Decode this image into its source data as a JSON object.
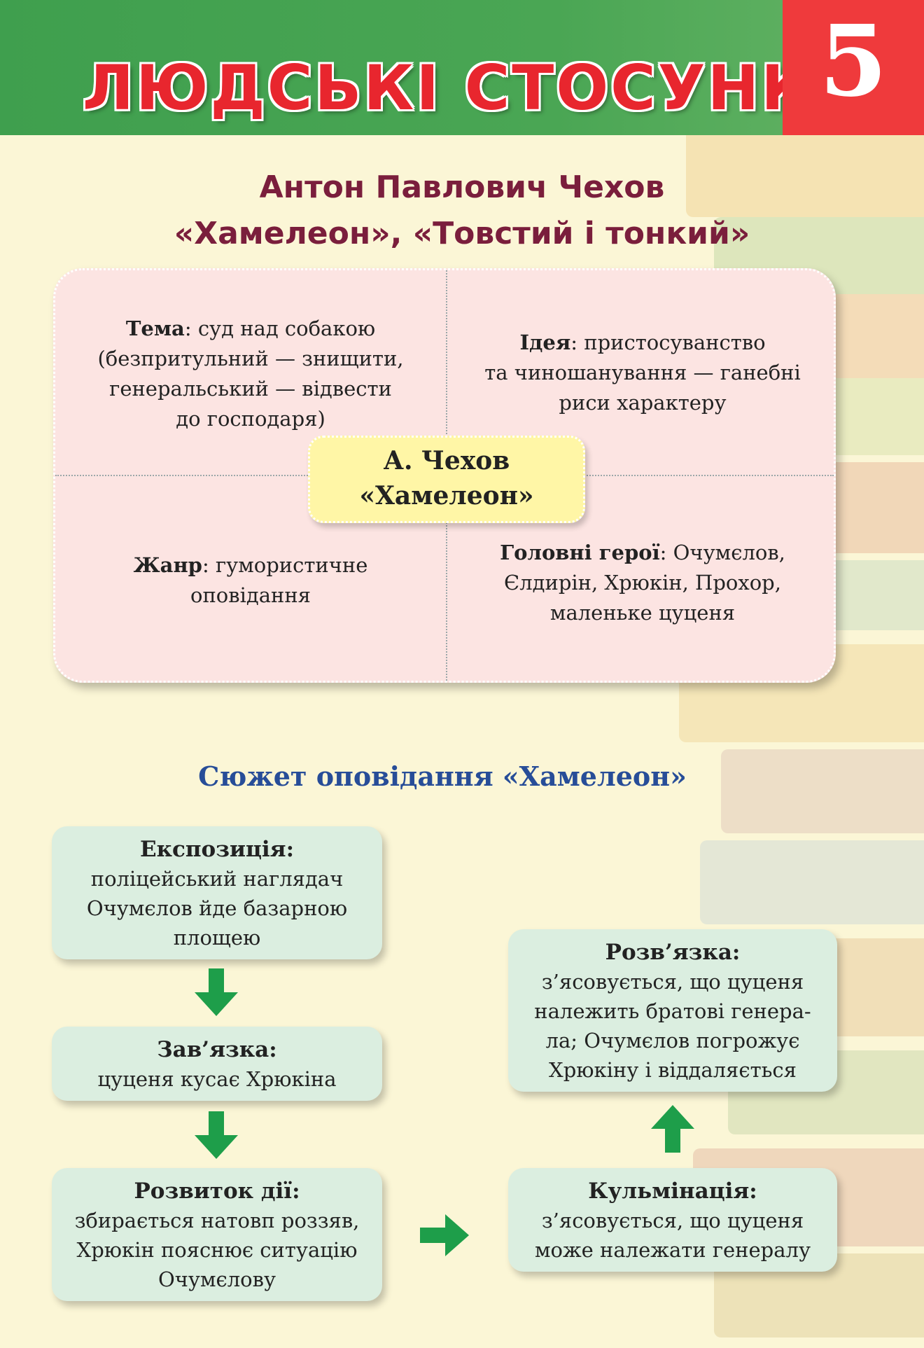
{
  "header": {
    "section_title": "ЛЮДСЬКІ  СТОСУНКИ",
    "chapter_number": "5"
  },
  "title": {
    "line1": "Антон Павлович Чехов",
    "line2": "«Хамелеон», «Товстий і тонкий»"
  },
  "card": {
    "center": {
      "line1": "А. Чехов",
      "line2": "«Хамелеон»"
    },
    "theme": {
      "label": "Тема",
      "text": ": суд над собакою",
      "lines": [
        "(безпритульний — знищити,",
        "генеральський — відвести",
        "до господаря)"
      ]
    },
    "idea": {
      "label": "Ідея",
      "text": ": пристосуванство",
      "lines": [
        "та чиношанування — ганебні",
        "риси характеру"
      ]
    },
    "genre": {
      "label": "Жанр",
      "text": ": гумористичне",
      "lines": [
        "оповідання"
      ]
    },
    "heroes": {
      "label": "Головні герої",
      "text": ": Очумєлов,",
      "lines": [
        "Єлдирін, Хрюкін, Прохор,",
        "маленьке цуценя"
      ]
    }
  },
  "plot": {
    "title": "Сюжет оповідання «Хамелеон»",
    "exposition": {
      "heading": "Експозиція:",
      "lines": [
        "поліцейський наглядач",
        "Очумєлов йде базарною",
        "площею"
      ]
    },
    "setup": {
      "heading": "Зав’язка:",
      "lines": [
        "цуценя кусає Хрюкіна"
      ]
    },
    "development": {
      "heading": "Розвиток дії:",
      "lines": [
        "збирається натовп роззяв,",
        "Хрюкін пояснює ситуацію",
        "Очумєлову"
      ]
    },
    "climax": {
      "heading": "Кульмінація:",
      "lines": [
        "з’ясовується, що цуценя",
        "може належати генералу"
      ]
    },
    "resolution": {
      "heading": "Розв’язка:",
      "lines": [
        "з’ясовується, що цуценя",
        "належить братові генера-",
        "ла; Очумєлов погрожує",
        "Хрюкіну і віддаляється"
      ]
    }
  },
  "colors": {
    "header_green": "#4aa654",
    "header_red": "#e8262e",
    "title": "#7a1e3c",
    "section_title": "#274d98",
    "card_pink": "#fce4e2",
    "center_yellow": "#fff6a6",
    "plot_box": "#dbeee0",
    "arrow_green": "#1e9e4a"
  }
}
